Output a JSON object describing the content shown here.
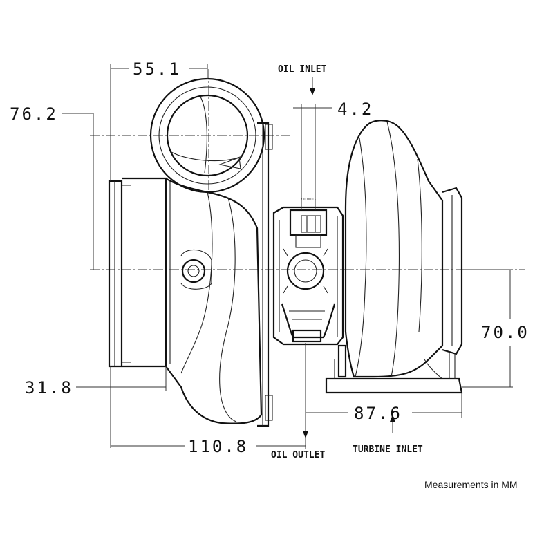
{
  "dimensions": {
    "width_55": "55.1",
    "offset_4": "4.2",
    "height_76": "76.2",
    "height_70": "70.0",
    "offset_31": "31.8",
    "width_110": "110.8",
    "width_87": "87.6"
  },
  "labels": {
    "oil_inlet": "OIL INLET",
    "oil_outlet": "OIL OUTLET",
    "turbine_inlet": "TURBINE INLET",
    "small_oil_outlet": "OIL OUTLET"
  },
  "note": "Measurements in MM"
}
